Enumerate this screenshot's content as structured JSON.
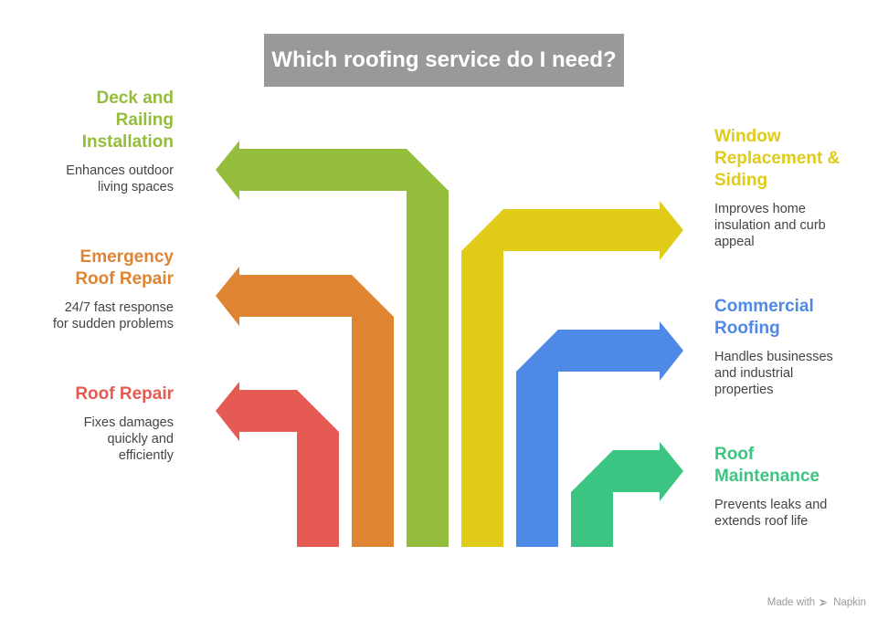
{
  "title": "Which roofing service do I need?",
  "colors": {
    "title_bg": "#999999",
    "roof_repair": "#E55A52",
    "emergency": "#DF8432",
    "deck": "#93BD3A",
    "window": "#DFCB18",
    "commercial": "#4E89E5",
    "maintenance": "#3CC582"
  },
  "services": [
    {
      "key": "deck",
      "heading": [
        "Deck and",
        "Railing",
        "Installation"
      ],
      "description": [
        "Enhances outdoor",
        "living spaces"
      ],
      "color": "#93BD3A"
    },
    {
      "key": "emergency",
      "heading": [
        "Emergency",
        "Roof Repair"
      ],
      "description": [
        "24/7 fast response",
        "for sudden problems"
      ],
      "color": "#DF8432"
    },
    {
      "key": "roof_repair",
      "heading": [
        "Roof Repair"
      ],
      "description": [
        "Fixes damages",
        "quickly and",
        "efficiently"
      ],
      "color": "#E55A52"
    },
    {
      "key": "window",
      "heading": [
        "Window",
        "Replacement &",
        "Siding"
      ],
      "description": [
        "Improves home",
        "insulation and curb",
        "appeal"
      ],
      "color": "#DFCB18"
    },
    {
      "key": "commercial",
      "heading": [
        "Commercial",
        "Roofing"
      ],
      "description": [
        "Handles businesses",
        "and industrial",
        "properties"
      ],
      "color": "#4E89E5"
    },
    {
      "key": "maintenance",
      "heading": [
        "Roof",
        "Maintenance"
      ],
      "description": [
        "Prevents leaks and",
        "extends roof life"
      ],
      "color": "#3CC582"
    }
  ],
  "footer": {
    "made_with": "Made with",
    "brand": "Napkin",
    "logo_icon": "napkin-logo-icon"
  }
}
